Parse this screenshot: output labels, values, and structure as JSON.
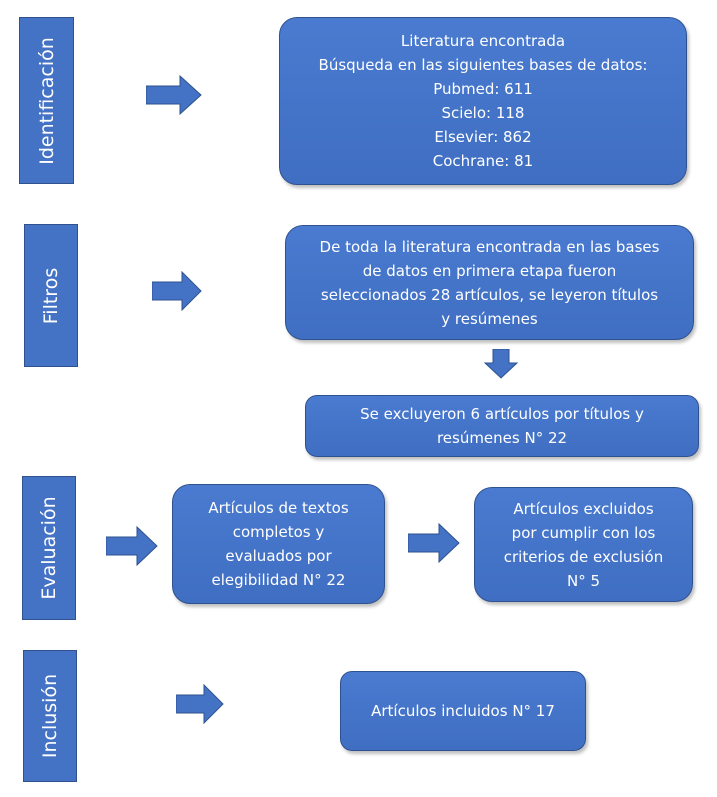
{
  "phases": {
    "identificacion": "Identificación",
    "filtros": "Filtros",
    "evaluacion": "Evaluación",
    "inclusion": "Inclusión"
  },
  "boxes": {
    "literatura": {
      "lines": [
        "Literatura  encontrada",
        "Búsqueda en las siguientes  bases de datos:",
        "Pubmed: 611",
        "Scielo:  118",
        "Elsevier:  862",
        "Cochrane:  81"
      ]
    },
    "filtros": {
      "lines": [
        "De toda la literatura  encontrada  en las bases",
        "de datos en primera  etapa fueron",
        "seleccionados  28 artículos, se leyeron títulos",
        "y resúmenes"
      ]
    },
    "excluidos_titulos": {
      "lines": [
        "Se excluyeron  6 artículos  por títulos  y",
        "resúmenes   N° 22"
      ]
    },
    "textos_completos": {
      "lines": [
        "Artículos  de textos",
        "completos y",
        "evaluados por",
        "elegibilidad  N° 22"
      ]
    },
    "excluidos_criterios": {
      "lines": [
        "Artículos excluidos",
        "por cumplir con los",
        "criterios de exclusión",
        "N° 5"
      ]
    },
    "incluidos": {
      "lines": [
        "Artículos incluidos N° 17"
      ]
    }
  },
  "colors": {
    "fill": "#4472c4",
    "border": "#2f528f",
    "text": "#ffffff"
  }
}
